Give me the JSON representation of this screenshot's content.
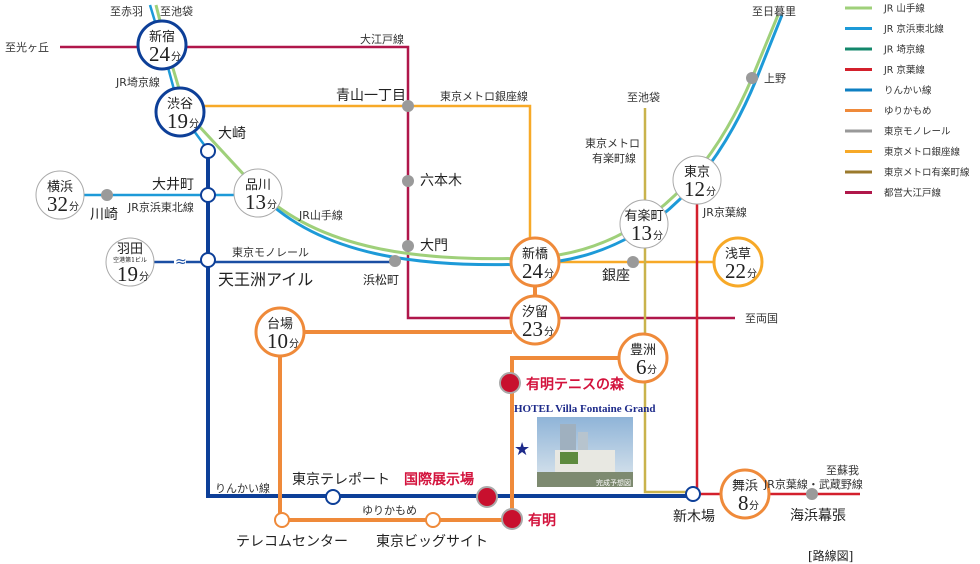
{
  "legend": [
    {
      "label": "JR 山手線",
      "color": "#9fd07a"
    },
    {
      "label": "JR 京浜東北線",
      "color": "#1d9ad8"
    },
    {
      "label": "JR 埼京線",
      "color": "#13876b"
    },
    {
      "label": "JR 京葉線",
      "color": "#d3202c"
    },
    {
      "label": "りんかい線",
      "color": "#0e7fc2"
    },
    {
      "label": "ゆりかもめ",
      "color": "#ef8a3a"
    },
    {
      "label": "東京モノレール",
      "color": "#999999"
    },
    {
      "label": "東京メトロ銀座線",
      "color": "#f7a928"
    },
    {
      "label": "東京メトロ有楽町線",
      "color": "#9b7a2c"
    },
    {
      "label": "都営大江戸線",
      "color": "#b0174a"
    }
  ],
  "unit": "分",
  "stations": {
    "shinjuku": {
      "name": "新宿",
      "time": "24"
    },
    "shibuya": {
      "name": "渋谷",
      "time": "19"
    },
    "shinagawa": {
      "name": "品川",
      "time": "13"
    },
    "yokohama": {
      "name": "横浜",
      "time": "32"
    },
    "haneda": {
      "name": "羽田",
      "sub": "空港第1ビル",
      "time": "19"
    },
    "tokyo": {
      "name": "東京",
      "time": "12"
    },
    "yurakucho": {
      "name": "有楽町",
      "time": "13"
    },
    "asakusa": {
      "name": "浅草",
      "time": "22"
    },
    "shimbashi": {
      "name": "新橋",
      "time": "24"
    },
    "shiodome": {
      "name": "汐留",
      "time": "23"
    },
    "daiba": {
      "name": "台場",
      "time": "10"
    },
    "toyosu": {
      "name": "豊洲",
      "time": "6"
    },
    "maihama": {
      "name": "舞浜",
      "time": "8"
    }
  },
  "labels": {
    "to_akabane": "至赤羽",
    "to_ikebukuro": "至池袋",
    "to_hikarigaoka": "至光ヶ丘",
    "saikyo": "JR埼京線",
    "oedo": "大江戸線",
    "aoyama": "青山一丁目",
    "ginza_line": "東京メトロ銀座線",
    "to_ikebukuro2": "至池袋",
    "yurakucho_line1": "東京メトロ",
    "yurakucho_line2": "有楽町線",
    "to_nippori": "至日暮里",
    "ueno": "上野",
    "osaki": "大崎",
    "oimachi": "大井町",
    "keihin": "JR京浜東北線",
    "kawasaki": "川崎",
    "yamanote": "JR山手線",
    "roppongi": "六本木",
    "keiyo": "JR京葉線",
    "monorail": "東京モノレール",
    "tennozu": "天王洲アイル",
    "daimon": "大門",
    "hamamatsucho": "浜松町",
    "ginza": "銀座",
    "to_ryogoku": "至両国",
    "tennis": "有明テニスの森",
    "hotel": "HOTEL Villa Fontaine Grand",
    "rendering": "完成予想図",
    "rinkai": "りんかい線",
    "teleport": "東京テレポート",
    "kokusai": "国際展示場",
    "yurikamome": "ゆりかもめ",
    "telecom": "テレコムセンター",
    "bigsight": "東京ビッグサイト",
    "ariake": "有明",
    "shinkiba": "新木場",
    "to_soga": "至蘇我",
    "keiyo_musashino": "JR京葉線・武蔵野線",
    "makuhari": "海浜幕張",
    "caption": "[路線図]"
  }
}
